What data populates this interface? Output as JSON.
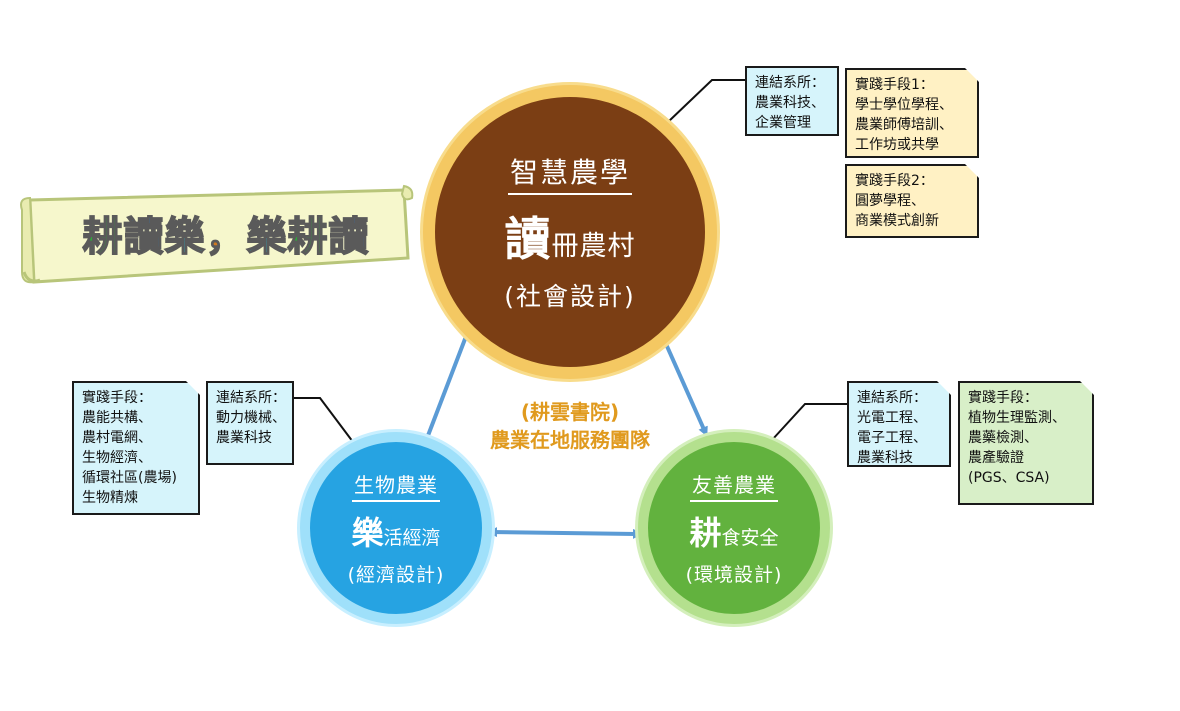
{
  "banner": {
    "chars": [
      {
        "t": "耕",
        "c": "c1"
      },
      {
        "t": "讀",
        "c": "c2"
      },
      {
        "t": "樂",
        "c": "c3"
      },
      {
        "t": "，",
        "c": "c5"
      },
      {
        "t": "樂",
        "c": "c3"
      },
      {
        "t": "耕",
        "c": "c1"
      },
      {
        "t": "讀",
        "c": "c4"
      }
    ]
  },
  "center": {
    "line1": "(耕雲書院)",
    "line2": "農業在地服務團隊"
  },
  "circles": {
    "top": {
      "title": "智慧農學",
      "big": "讀",
      "main": "冊農村",
      "sub": "(社會設計)"
    },
    "left": {
      "title": "生物農業",
      "big": "樂",
      "main": "活經濟",
      "sub": "(經濟設計)"
    },
    "right": {
      "title": "友善農業",
      "big": "耕",
      "main": "食安全",
      "sub": "(環境設計)"
    }
  },
  "notes": {
    "top_depts": {
      "lines": [
        "連結系所：",
        "農業科技、",
        "企業管理"
      ]
    },
    "top_means1": {
      "lines": [
        "實踐手段1：",
        "學士學位學程、",
        "農業師傅培訓、",
        "工作坊或共學"
      ]
    },
    "top_means2": {
      "lines": [
        "實踐手段2：",
        "圓夢學程、",
        "商業模式創新"
      ]
    },
    "left_means": {
      "lines": [
        "實踐手段：",
        "農能共構、",
        "農村電網、",
        "生物經濟、",
        "循環社區(農場)",
        "生物精煉"
      ]
    },
    "left_depts": {
      "lines": [
        "連結系所：",
        "動力機械、",
        "農業科技"
      ]
    },
    "right_depts": {
      "lines": [
        "連結系所：",
        "光電工程、",
        "電子工程、",
        "農業科技"
      ]
    },
    "right_means": {
      "lines": [
        "實踐手段：",
        "植物生理監測、",
        "農藥檢測、",
        "農產驗證",
        "(PGS、CSA)"
      ]
    }
  },
  "colors": {
    "top_circle": "#7b3e14",
    "top_ring": "#f4c862",
    "left_circle": "#26a3e2",
    "right_circle": "#62b23e",
    "arrow": "#5b9bd5",
    "center_text": "#e09a1e"
  }
}
